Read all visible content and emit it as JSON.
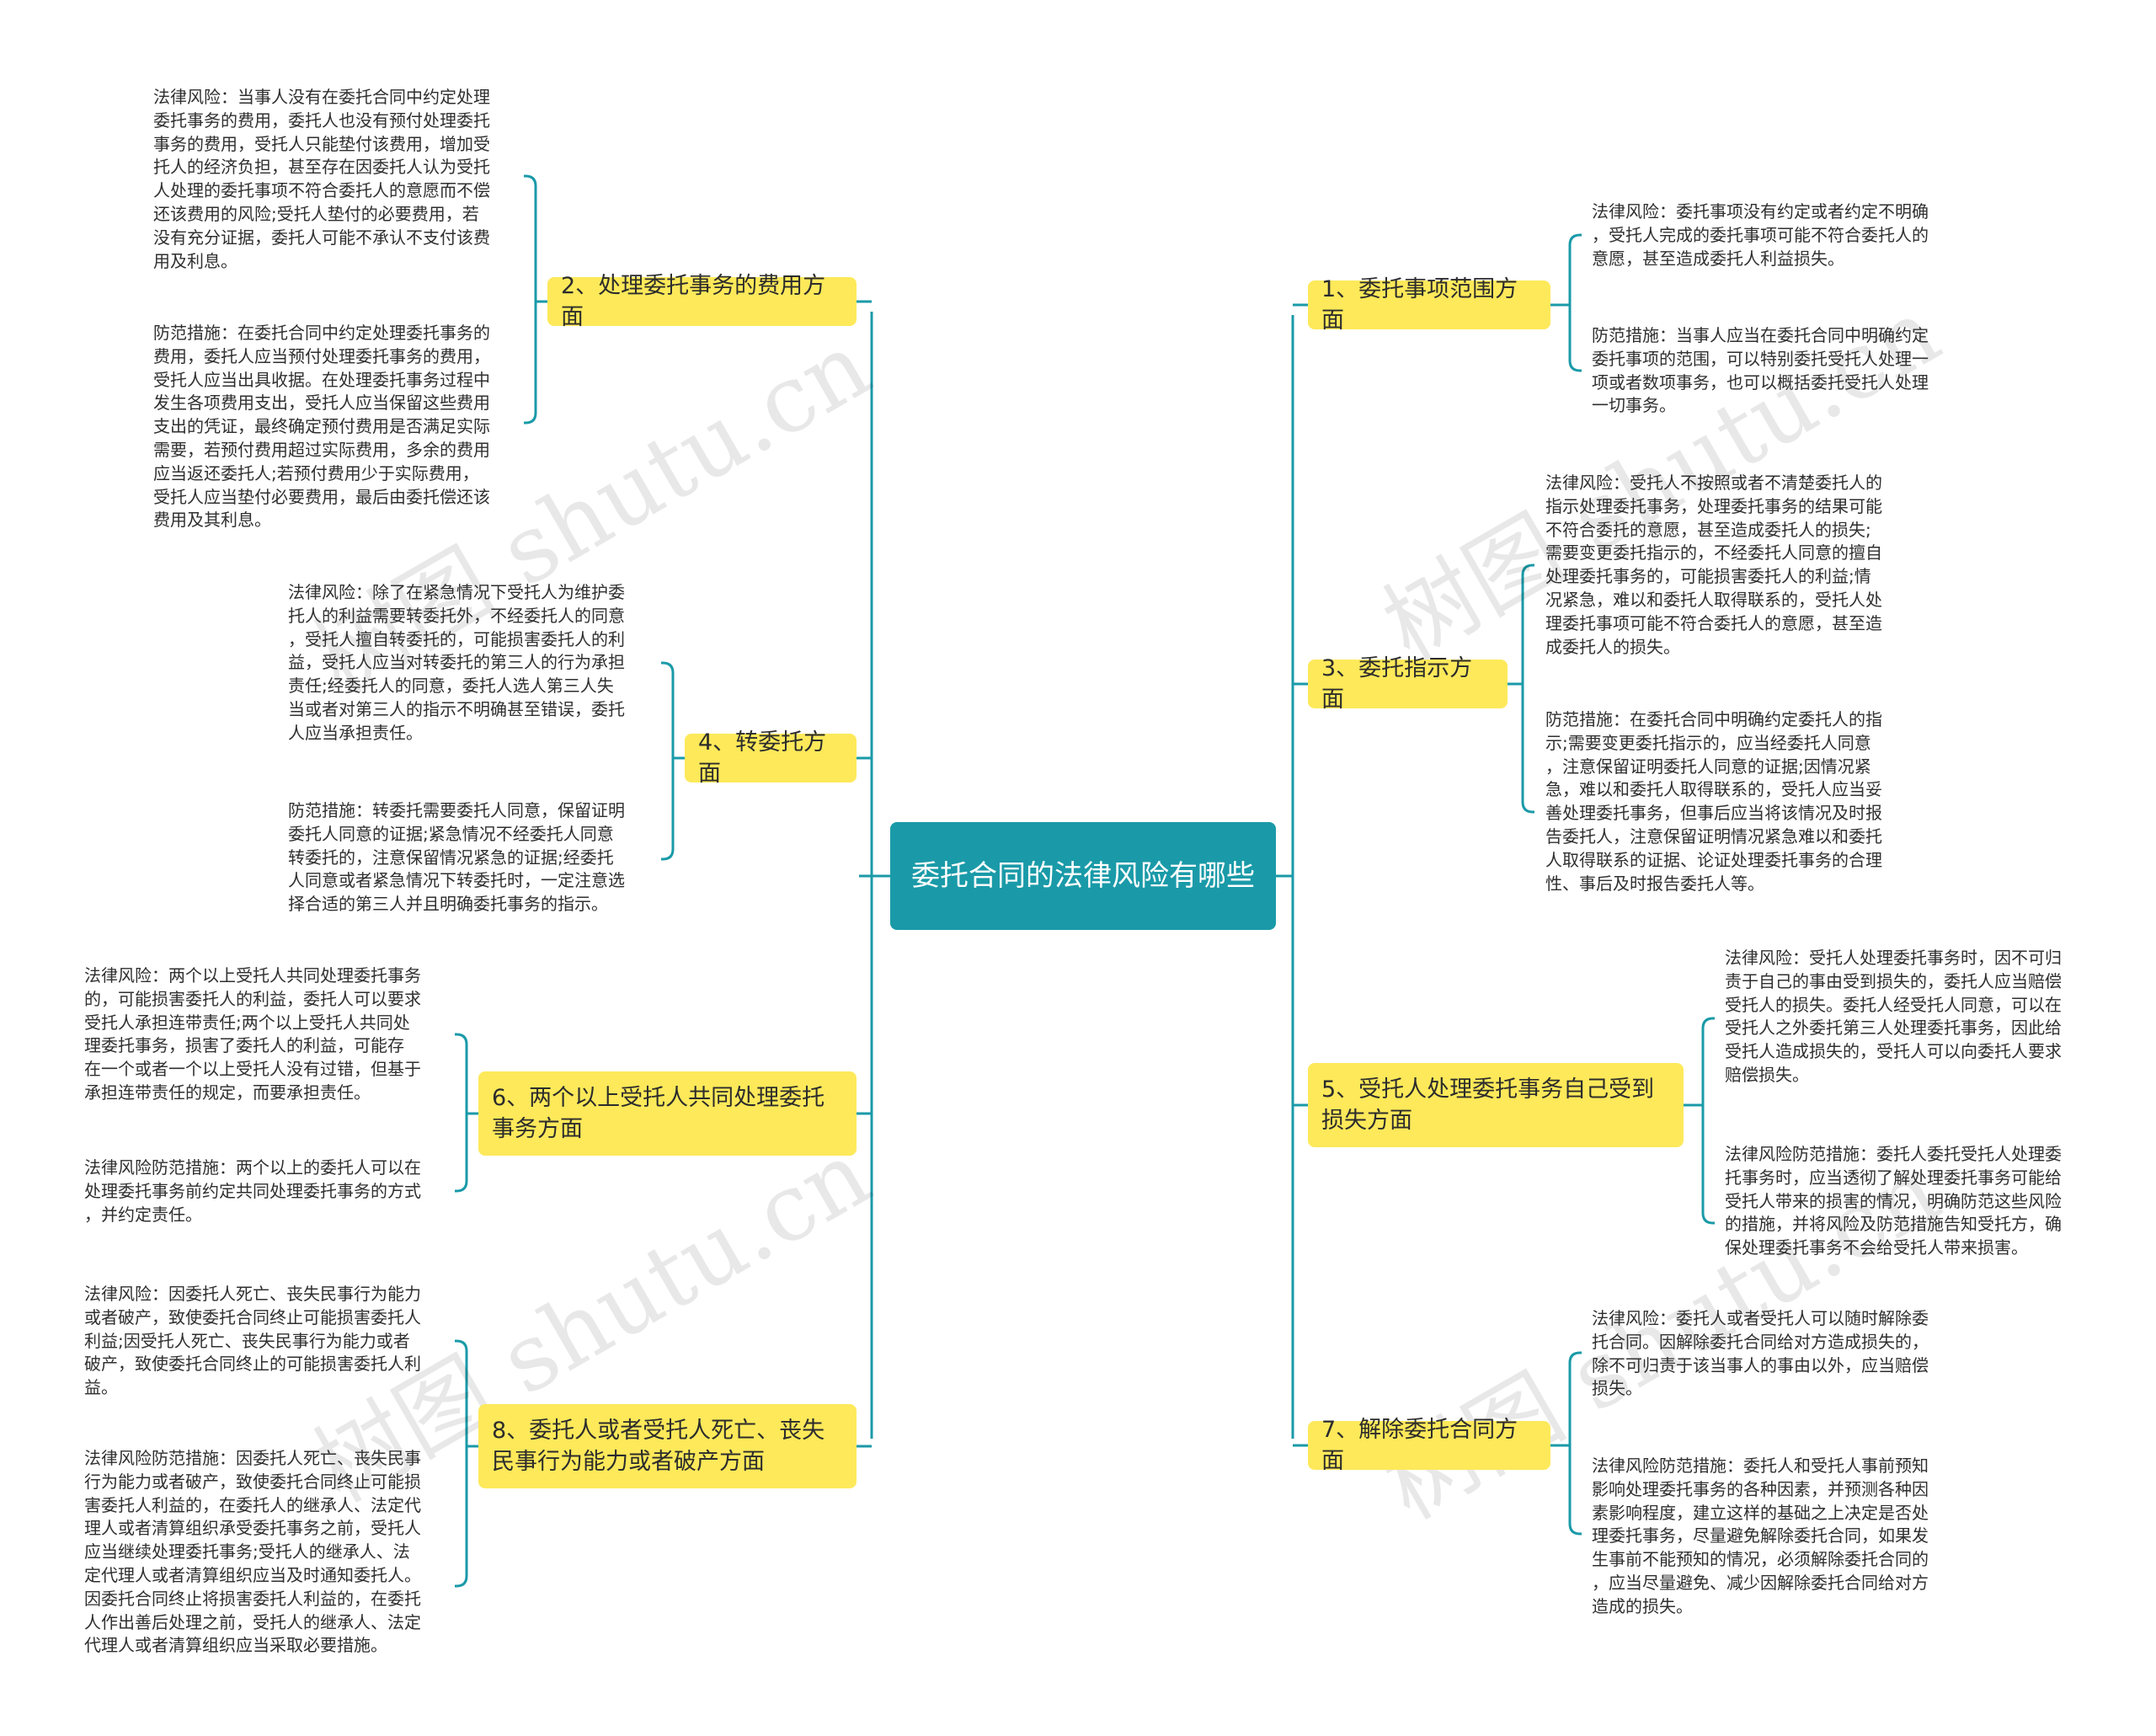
{
  "root": {
    "title": "委托合同的法律风险有哪些"
  },
  "watermark": "树图 shutu.cn",
  "colors": {
    "root_fill": "#1a9aa8",
    "branch_fill": "#fde95a",
    "connector": "#1a9aa8",
    "text": "#2f2f2f"
  },
  "branches": [
    {
      "label": "1、委托事项范围方面",
      "leaves": [
        "法律风险：委托事项没有约定或者约定不明确\n，受托人完成的委托事项可能不符合委托人的\n意愿，甚至造成委托人利益损失。",
        "防范措施：当事人应当在委托合同中明确约定\n委托事项的范围，可以特别委托受托人处理一\n项或者数项事务，也可以概括委托受托人处理\n一切事务。"
      ]
    },
    {
      "label": "2、处理委托事务的费用方面",
      "leaves": [
        "法律风险：当事人没有在委托合同中约定处理\n委托事务的费用，委托人也没有预付处理委托\n事务的费用，受托人只能垫付该费用，增加受\n托人的经济负担，甚至存在因委托人认为受托\n人处理的委托事项不符合委托人的意愿而不偿\n还该费用的风险;受托人垫付的必要费用，若\n没有充分证据，委托人可能不承认不支付该费\n用及利息。",
        "防范措施：在委托合同中约定处理委托事务的\n费用，委托人应当预付处理委托事务的费用，\n受托人应当出具收据。在处理委托事务过程中\n发生各项费用支出，受托人应当保留这些费用\n支出的凭证，最终确定预付费用是否满足实际\n需要，若预付费用超过实际费用，多余的费用\n应当返还委托人;若预付费用少于实际费用，\n受托人应当垫付必要费用，最后由委托偿还该\n费用及其利息。"
      ]
    },
    {
      "label": "3、委托指示方面",
      "leaves": [
        "法律风险：受托人不按照或者不清楚委托人的\n指示处理委托事务，处理委托事务的结果可能\n不符合委托的意愿，甚至造成委托人的损失;\n需要变更委托指示的，不经委托人同意的擅自\n处理委托事务的，可能损害委托人的利益;情\n况紧急，难以和委托人取得联系的，受托人处\n理委托事项可能不符合委托人的意愿，甚至造\n成委托人的损失。",
        "防范措施：在委托合同中明确约定委托人的指\n示;需要变更委托指示的，应当经委托人同意\n，注意保留证明委托人同意的证据;因情况紧\n急，难以和委托人取得联系的，受托人应当妥\n善处理委托事务，但事后应当将该情况及时报\n告委托人，注意保留证明情况紧急难以和委托\n人取得联系的证据、论证处理委托事务的合理\n性、事后及时报告委托人等。"
      ]
    },
    {
      "label": "4、转委托方面",
      "leaves": [
        "法律风险：除了在紧急情况下受托人为维护委\n托人的利益需要转委托外，不经委托人的同意\n，受托人擅自转委托的，可能损害委托人的利\n益，受托人应当对转委托的第三人的行为承担\n责任;经委托人的同意，委托人选人第三人失\n当或者对第三人的指示不明确甚至错误，委托\n人应当承担责任。",
        "防范措施：转委托需要委托人同意，保留证明\n委托人同意的证据;紧急情况不经委托人同意\n转委托的，注意保留情况紧急的证据;经委托\n人同意或者紧急情况下转委托时，一定注意选\n择合适的第三人并且明确委托事务的指示。"
      ]
    },
    {
      "label": "5、受托人处理委托事务自己受到损失方面",
      "leaves": [
        "法律风险：受托人处理委托事务时，因不可归\n责于自己的事由受到损失的，委托人应当赔偿\n受托人的损失。委托人经受托人同意，可以在\n受托人之外委托第三人处理委托事务，因此给\n受托人造成损失的，受托人可以向委托人要求\n赔偿损失。",
        "法律风险防范措施：委托人委托受托人处理委\n托事务时，应当透彻了解处理委托事务可能给\n受托人带来的损害的情况，明确防范这些风险\n的措施，并将风险及防范措施告知受托方，确\n保处理委托事务不会给受托人带来损害。"
      ]
    },
    {
      "label": "6、两个以上受托人共同处理委托事务方面",
      "leaves": [
        "法律风险：两个以上受托人共同处理委托事务\n的，可能损害委托人的利益，委托人可以要求\n受托人承担连带责任;两个以上受托人共同处\n理委托事务，损害了委托人的利益，可能存\n在一个或者一个以上受托人没有过错，但基于\n承担连带责任的规定，而要承担责任。",
        "法律风险防范措施：两个以上的委托人可以在\n处理委托事务前约定共同处理委托事务的方式\n，并约定责任。"
      ]
    },
    {
      "label": "7、解除委托合同方面",
      "leaves": [
        "法律风险：委托人或者受托人可以随时解除委\n托合同。因解除委托合同给对方造成损失的，\n除不可归责于该当事人的事由以外，应当赔偿\n损失。",
        "法律风险防范措施：委托人和受托人事前预知\n影响处理委托事务的各种因素，并预测各种因\n素影响程度，建立这样的基础之上决定是否处\n理委托事务，尽量避免解除委托合同，如果发\n生事前不能预知的情况，必须解除委托合同的\n，应当尽量避免、减少因解除委托合同给对方\n造成的损失。"
      ]
    },
    {
      "label": "8、委托人或者受托人死亡、丧失民事行为能力或者破产方面",
      "leaves": [
        "法律风险：因委托人死亡、丧失民事行为能力\n或者破产，致使委托合同终止可能损害委托人\n利益;因受托人死亡、丧失民事行为能力或者\n破产，致使委托合同终止的可能损害委托人利\n益。",
        "法律风险防范措施：因委托人死亡、丧失民事\n行为能力或者破产，致使委托合同终止可能损\n害委托人利益的，在委托人的继承人、法定代\n理人或者清算组织承受委托事务之前，受托人\n应当继续处理委托事务;受托人的继承人、法\n定代理人或者清算组织应当及时通知委托人。\n因委托合同终止将损害委托人利益的，在委托\n人作出善后处理之前，受托人的继承人、法定\n代理人或者清算组织应当采取必要措施。"
      ]
    }
  ]
}
